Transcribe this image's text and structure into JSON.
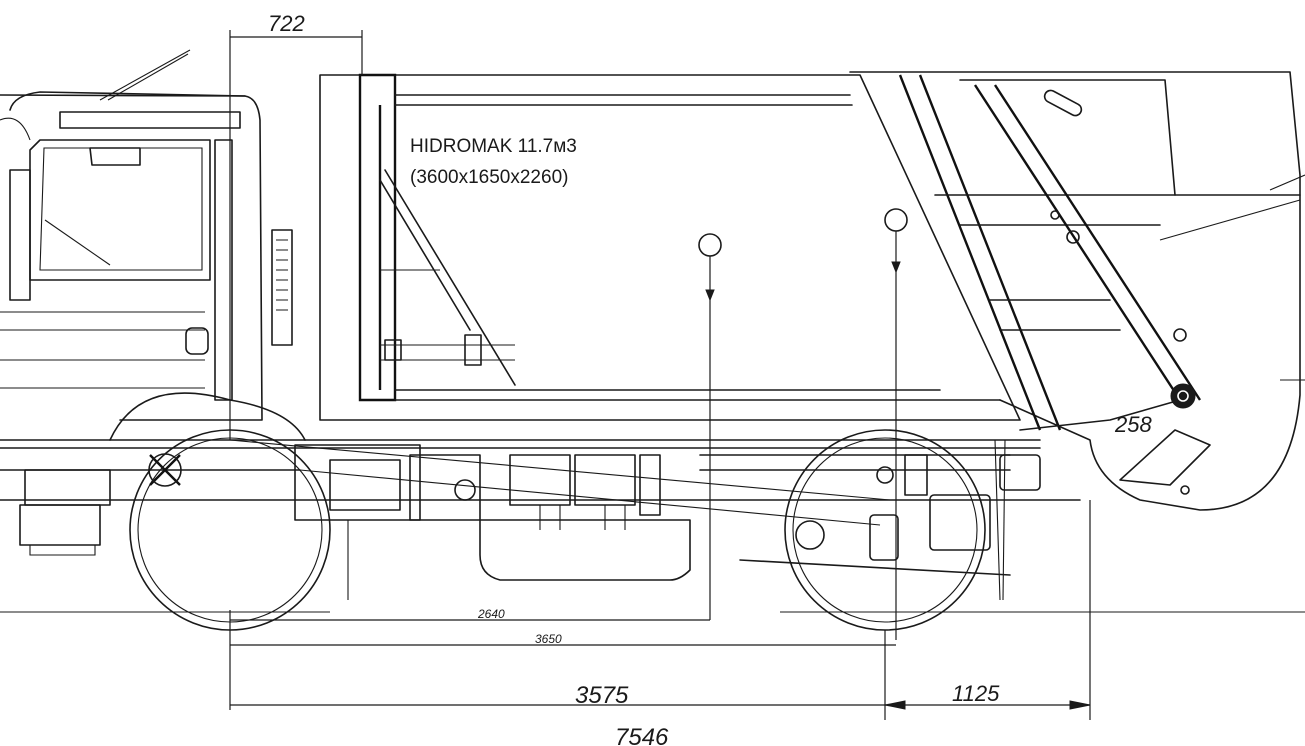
{
  "model_label": {
    "line1": "HIDROMAK 11.7м3",
    "line2": "(3600x1650x2260)"
  },
  "dimensions": {
    "cab_offset": "722",
    "wheelbase_to_cog1": "2640",
    "wheelbase_to_cog2": "3650",
    "wheelbase": "3575",
    "rear_overhang": "1125",
    "overall_length": "7546",
    "partial_rear": "258"
  }
}
